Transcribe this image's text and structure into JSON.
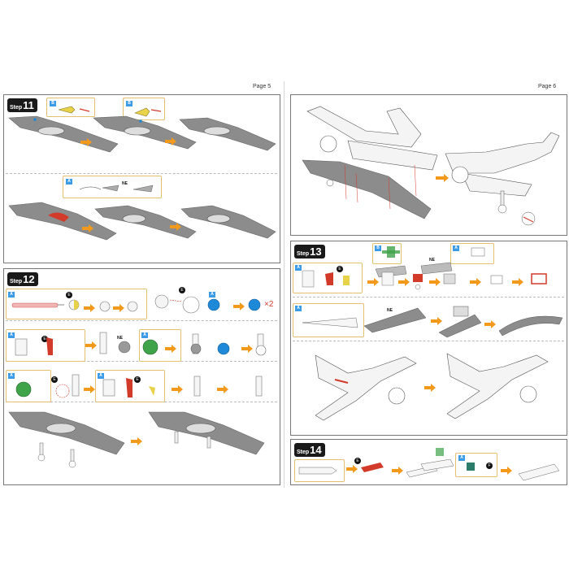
{
  "pages": {
    "left": "Page 5",
    "right": "Page 6"
  },
  "steps": {
    "s11": {
      "word": "Step",
      "num": "11"
    },
    "s12": {
      "word": "Step",
      "num": "12"
    },
    "s13": {
      "word": "Step",
      "num": "13"
    },
    "s14": {
      "word": "Step",
      "num": "14"
    }
  },
  "labels": {
    "ne": "NE",
    "multiplier": "×2",
    "chip_a": "A",
    "chip_b": "B",
    "e": "E",
    "f": "F"
  },
  "colors": {
    "wing": "#8c8c8c",
    "arrow": "#f39a1c",
    "red": "#d23a2a",
    "blue": "#1e88d9",
    "green": "#3fa34a",
    "yellow": "#e8d24a"
  }
}
